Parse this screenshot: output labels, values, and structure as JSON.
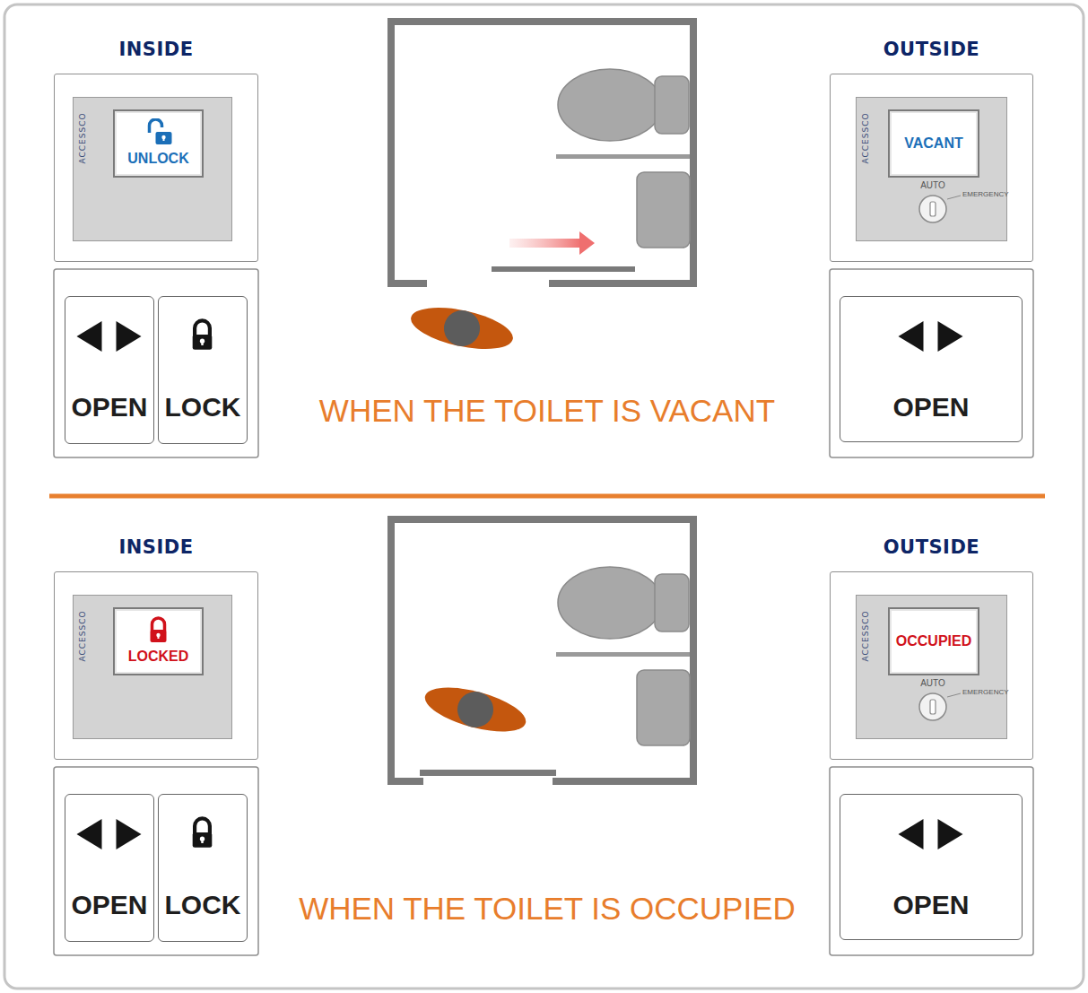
{
  "diagram": {
    "nodes": [
      {
        "text": [
          "INSIDE"
        ]
      },
      {
        "text": [
          "ACCESSCO"
        ],
        "in": 0
      },
      {
        "text": [
          "UNLOCK"
        ],
        "in": 1
      },
      {
        "text": [
          "OPEN"
        ]
      },
      {
        "text": [
          "LOCK"
        ]
      },
      {
        "text": [
          "OUTSIDE"
        ]
      },
      {
        "text": [
          "ACCESSCO",
          "AUTO",
          "EMERGENCY"
        ],
        "in": 5
      },
      {
        "text": [
          "VACANT"
        ],
        "in": 6
      },
      {
        "text": [
          "OPEN"
        ]
      },
      {
        "text": [
          "INSIDE"
        ]
      },
      {
        "text": [
          "ACCESSCO"
        ],
        "in": 9
      },
      {
        "text": [
          "LOCKED"
        ],
        "in": 10
      },
      {
        "text": [
          "OPEN"
        ]
      },
      {
        "text": [
          "LOCK"
        ]
      },
      {
        "text": [
          "OUTSIDE"
        ]
      },
      {
        "text": [
          "ACCESSCO",
          "AUTO",
          "EMERGENCY"
        ],
        "in": 14
      },
      {
        "text": [
          "OCCUPIED"
        ],
        "in": 15
      },
      {
        "text": [
          "OPEN"
        ]
      }
    ],
    "labels": [
      "WHEN THE TOILET IS VACANT",
      "WHEN THE TOILET IS OCCUPIED"
    ]
  }
}
